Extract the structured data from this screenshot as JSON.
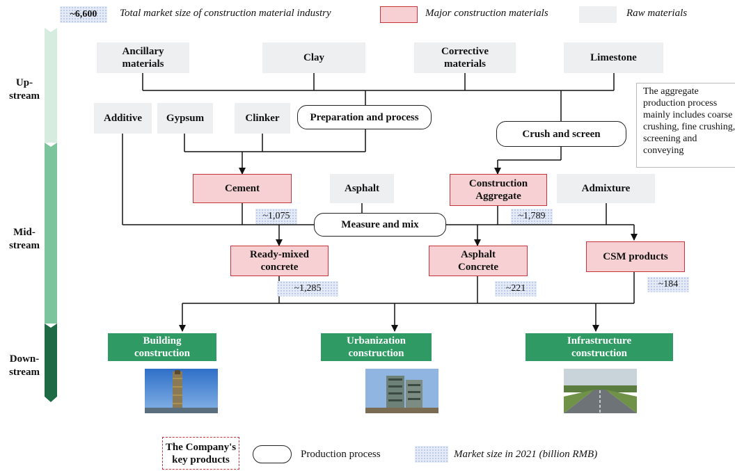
{
  "legend_top": {
    "total_value": "~6,600",
    "total_label": "Total market size of construction material industry",
    "major_label": "Major construction materials",
    "raw_label": "Raw materials"
  },
  "stages": {
    "up": "Up-\nstream",
    "mid": "Mid-\nstream",
    "down": "Down-\nstream"
  },
  "raw_materials": {
    "ancillary": "Ancillary\nmaterials",
    "clay": "Clay",
    "corrective": "Corrective\nmaterials",
    "limestone": "Limestone",
    "additive": "Additive",
    "gypsum": "Gypsum",
    "clinker": "Clinker",
    "asphalt": "Asphalt",
    "admixture": "Admixture"
  },
  "processes": {
    "preparation": "Preparation and process",
    "crush": "Crush and screen",
    "measure": "Measure and mix"
  },
  "major_materials": {
    "cement": "Cement",
    "aggregate": "Construction\nAggregate",
    "ready_mixed": "Ready-mixed\nconcrete",
    "asphalt_concrete": "Asphalt\nConcrete",
    "csm": "CSM products"
  },
  "market_sizes": {
    "cement": "~1,075",
    "aggregate": "~1,789",
    "ready_mixed": "~1,285",
    "asphalt_concrete": "~221",
    "csm": "~184"
  },
  "downstream": {
    "building": "Building\nconstruction",
    "urbanization": "Urbanization\nconstruction",
    "infrastructure": "Infrastructure\nconstruction"
  },
  "note": "The aggregate production process mainly includes coarse crushing, fine crushing, screening and conveying",
  "legend_bottom": {
    "key_products": "The Company's\nkey products",
    "production_process": "Production process",
    "market_size": "Market size in 2021 (billion RMB)"
  },
  "colors": {
    "stage_up": "#d5ecdf",
    "stage_mid": "#7cc59c",
    "stage_down": "#1e6a45",
    "major_fill": "#f6d0d2",
    "major_border": "#c4343b",
    "downstream_fill": "#2f9a63",
    "raw_fill": "#eeeff1"
  }
}
